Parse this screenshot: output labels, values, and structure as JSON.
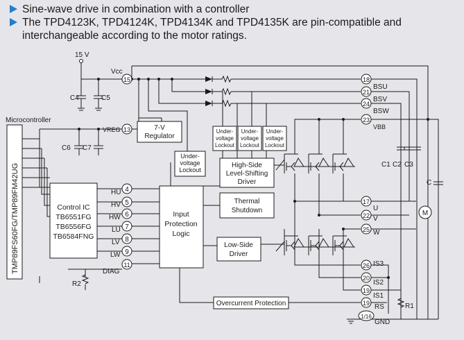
{
  "bullets": [
    "Sine-wave drive in combination with a controller",
    "The TPD4123K, TPD4124K, TPD4134K and TPD4135K are pin-compatible and interchangeable according to the motor ratings."
  ],
  "colors": {
    "accent": "#1f7fd0",
    "line": "#1a1a1a",
    "background": "#e6e6ea"
  },
  "supply": {
    "voltage": "15 V",
    "vcc": "Vcc",
    "vreg": "VREG",
    "vbb": "VBB"
  },
  "capacitors": {
    "c4": "C4",
    "c5": "C5",
    "c6": "C6",
    "c7": "C7",
    "c1": "C1",
    "c2": "C2",
    "c3": "C3",
    "c": "C"
  },
  "resistors": {
    "r1": "R1",
    "r2": "R2"
  },
  "microcontroller": {
    "label": "Microcontroller",
    "part": "TMP89FS60FG/TMP89FM42UG"
  },
  "control_ic": {
    "lines": [
      "Control IC",
      "TB6551FG",
      "TB6556FG",
      "TB6584FNG"
    ]
  },
  "blocks": {
    "regulator": [
      "7-V",
      "Regulator"
    ],
    "uvlo_main": [
      "Under-",
      "voltage",
      "Lockout"
    ],
    "uvlo_small": [
      "Under-",
      "voltage",
      "Lockout"
    ],
    "high_side": [
      "High-Side",
      "Level-Shifting",
      "Driver"
    ],
    "thermal": [
      "Thermal",
      "Shutdown"
    ],
    "input_logic": [
      "Input",
      "Protection",
      "Logic"
    ],
    "low_side": [
      "Low-Side",
      "Driver"
    ],
    "overcurrent": "Overcurrent Protection"
  },
  "left_pins": [
    {
      "num": "4",
      "label": "HU"
    },
    {
      "num": "5",
      "label": "HV"
    },
    {
      "num": "6",
      "label": "HW"
    },
    {
      "num": "7",
      "label": "LU"
    },
    {
      "num": "8",
      "label": "LV"
    },
    {
      "num": "9",
      "label": "LW"
    },
    {
      "num": "11",
      "label": "DIAG"
    }
  ],
  "top_pins": {
    "vcc_pin": "15",
    "vreg_pin": "13"
  },
  "right_pins": [
    {
      "num": "18",
      "label": "BSU"
    },
    {
      "num": "21",
      "label": "BSV"
    },
    {
      "num": "24",
      "label": "BSW"
    },
    {
      "num": "23",
      "label": "VBB"
    },
    {
      "num": "17",
      "label": "U"
    },
    {
      "num": "22",
      "label": "V"
    },
    {
      "num": "25",
      "label": "W"
    },
    {
      "num": "26",
      "label": "IS3"
    },
    {
      "num": "20",
      "label": "IS2"
    },
    {
      "num": "19",
      "label": "IS1"
    },
    {
      "num": "19",
      "label": "RS"
    },
    {
      "num": "1/16",
      "label": "GND"
    }
  ],
  "motor": "M"
}
